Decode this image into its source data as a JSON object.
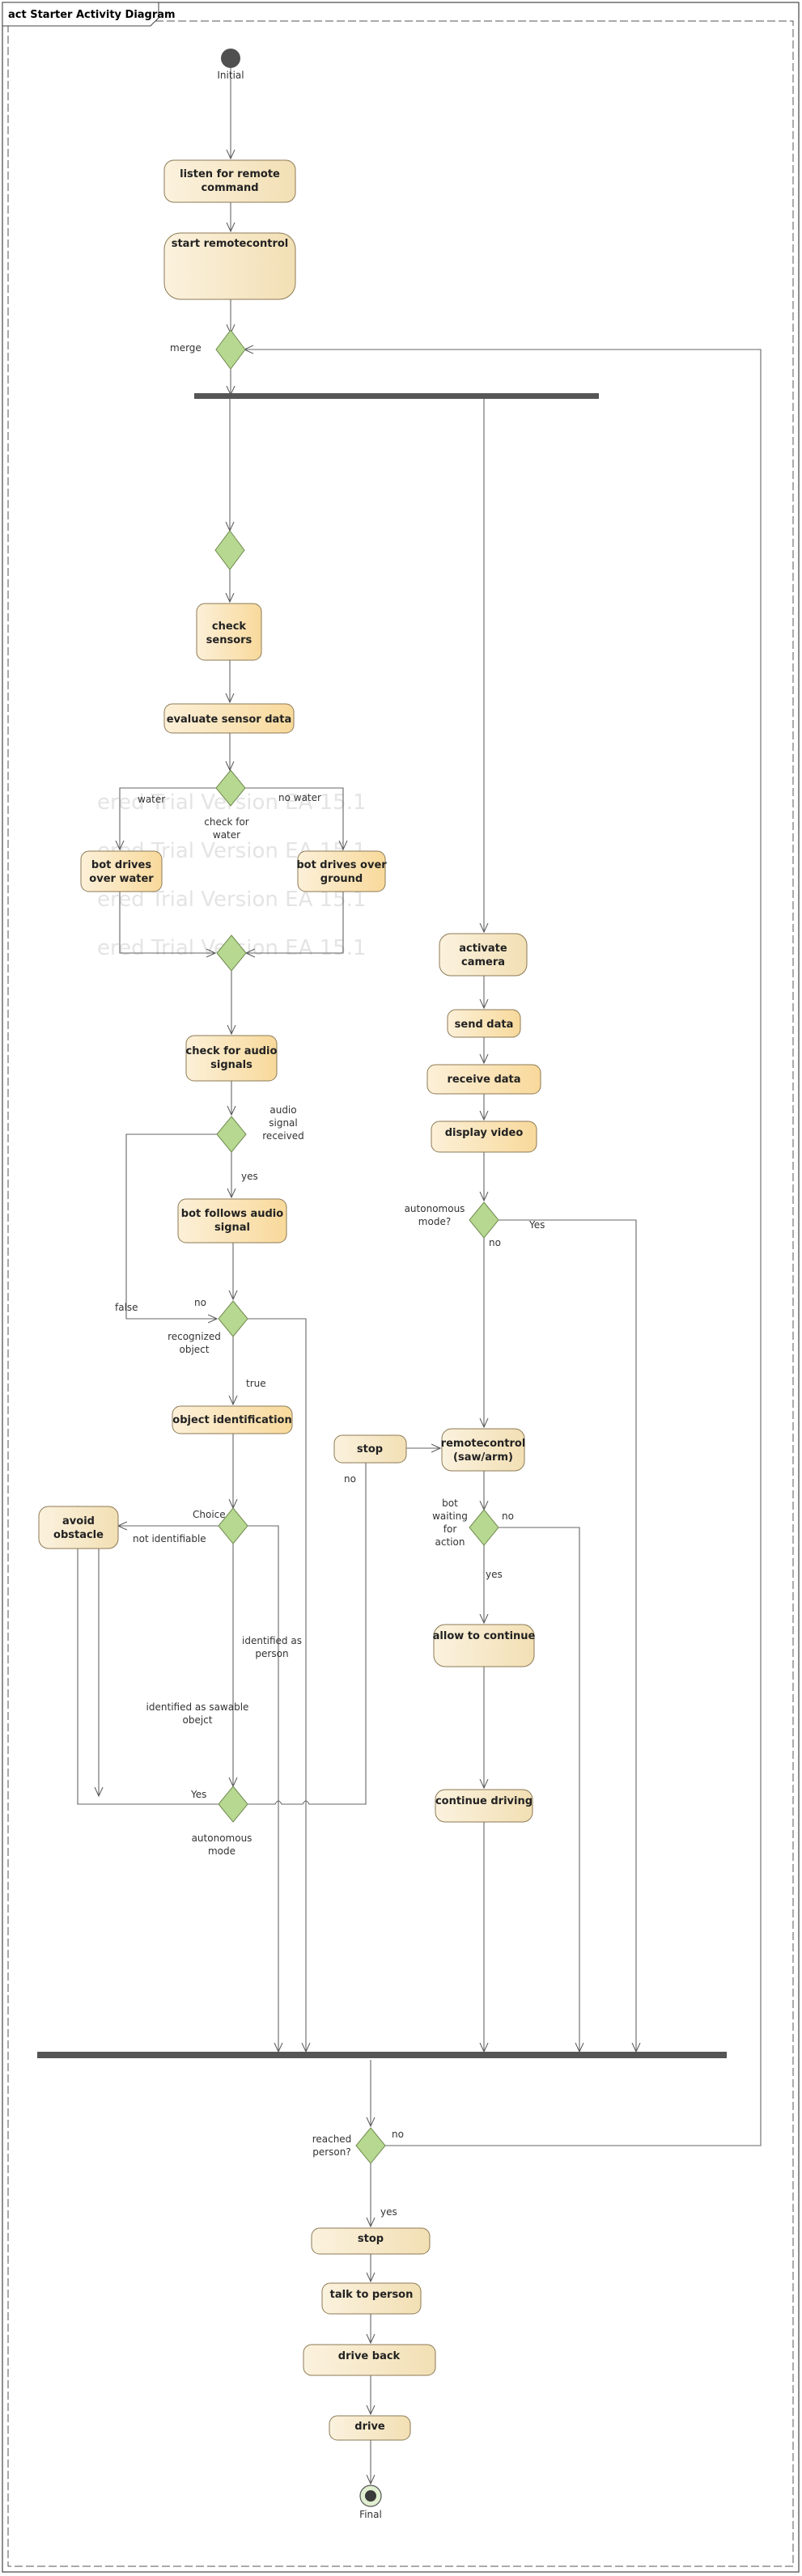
{
  "diagram": {
    "title": "act Starter Activity Diagram",
    "watermark": "ered Trial Version EA 15.1",
    "initial_label": "Initial",
    "final_label": "Final",
    "nodes": {
      "listen": [
        "listen for remote",
        "command"
      ],
      "start_remote": [
        "start remotecontrol"
      ],
      "check_sensors": [
        "check",
        "sensors"
      ],
      "evaluate": [
        "evaluate sensor data"
      ],
      "drives_water": [
        "bot drives",
        "over water"
      ],
      "drives_ground": [
        "bot drives over",
        "ground"
      ],
      "check_audio": [
        "check for audio",
        "signals"
      ],
      "follows_audio": [
        "bot follows audio",
        "signal"
      ],
      "object_id": [
        "object identification"
      ],
      "avoid": [
        "avoid",
        "obstacle"
      ],
      "activate_camera": [
        "activate",
        "camera"
      ],
      "send_data": [
        "send data"
      ],
      "receive_data": [
        "receive data"
      ],
      "display_video": [
        "display video"
      ],
      "stop_mid": [
        "stop"
      ],
      "remotecontrol": [
        "remotecontrol",
        "(saw/arm)"
      ],
      "allow": [
        "allow to continue"
      ],
      "continue_driving": [
        "continue driving"
      ],
      "stop_bottom": [
        "stop"
      ],
      "talk": [
        "talk to person"
      ],
      "drive_back": [
        "drive back"
      ],
      "drive": [
        "drive"
      ]
    },
    "labels": {
      "merge": "merge",
      "water": "water",
      "no_water": "no water",
      "check_for_water": [
        "check for",
        "water"
      ],
      "audio_received": [
        "audio",
        "signal",
        "received"
      ],
      "yes_audio": "yes",
      "false": "false",
      "no_recognized": "no",
      "recognized_object": [
        "recognized",
        "object"
      ],
      "true": "true",
      "choice": "Choice",
      "not_identifiable": "not identifiable",
      "identified_person": [
        "identified as",
        "person"
      ],
      "identified_sawable": [
        "identified as sawable",
        "obejct"
      ],
      "yes_auto": "Yes",
      "autonomous_mode": [
        "autonomous",
        "mode"
      ],
      "autonomous_mode_q": [
        "autonomous",
        "mode?"
      ],
      "yes_right": "Yes",
      "no_display": "no",
      "no_stop": "no",
      "bot_waiting": [
        "bot",
        "waiting",
        "for",
        "action"
      ],
      "no_waiting": "no",
      "yes_waiting": "yes",
      "reached_person": [
        "reached",
        "person?"
      ],
      "no_reached": "no",
      "yes_reached": "yes"
    }
  }
}
